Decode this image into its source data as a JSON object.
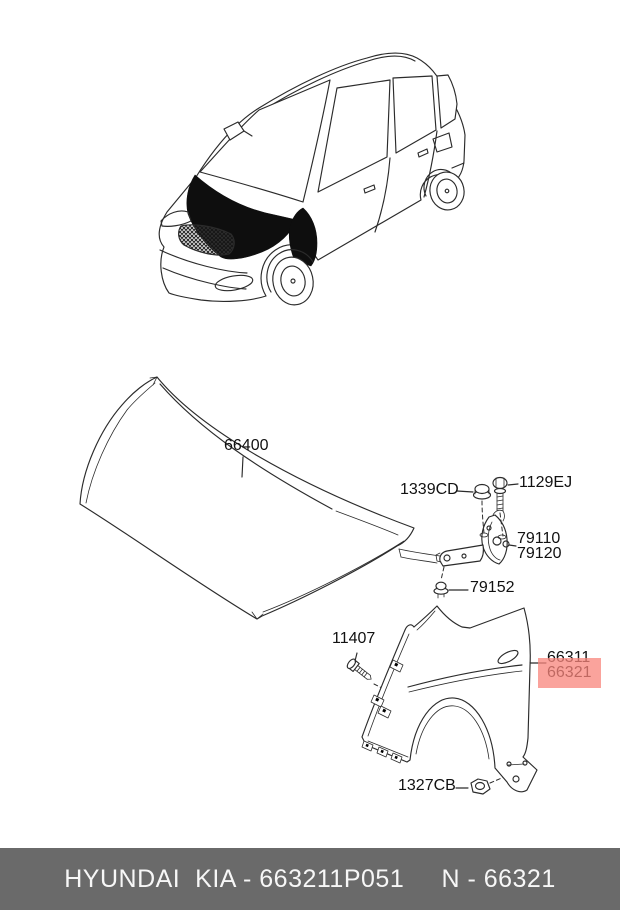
{
  "diagram": {
    "title_visible": false,
    "highlight_color": "#f9857c",
    "callouts": {
      "hood_panel": "66400",
      "hinge_nut": "1339CD",
      "hinge_bolt": "1129EJ",
      "hinge_upper": "79110",
      "hinge_lower": "79120",
      "hinge_lower_bolt": "79152",
      "fender_bolt": "11407",
      "fender_lh": "66311",
      "fender_rh": "66321",
      "fender_nut": "1327CB"
    }
  },
  "footer": {
    "text": "HYUNDAI  KIA - 663211P051     N - 66321",
    "background": "#6a6a6a"
  }
}
